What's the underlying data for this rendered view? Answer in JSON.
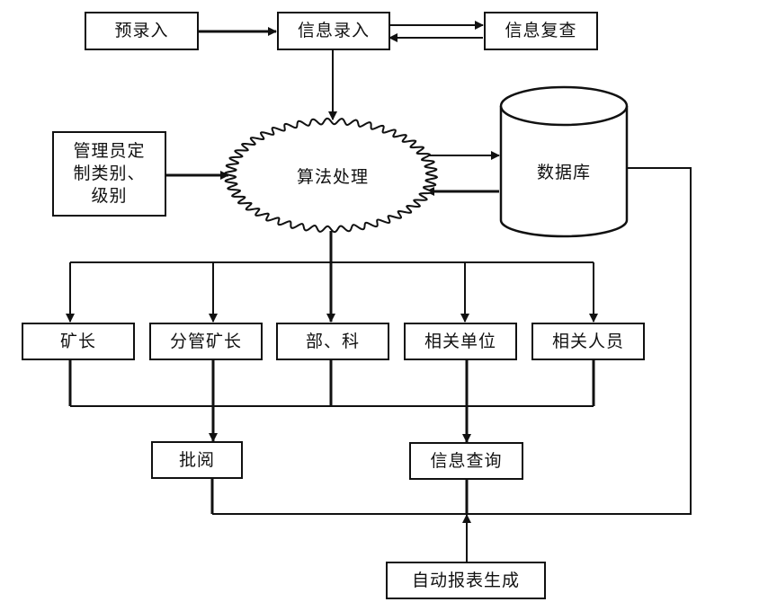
{
  "nodes": {
    "pre_entry": "预录入",
    "info_entry": "信息录入",
    "info_review": "信息复查",
    "admin_config": "管理员定制类别、级别",
    "admin_config_lines": [
      "管理员定",
      "制类别、",
      "级别"
    ],
    "algorithm": "算法处理",
    "database": "数据库",
    "mine_director": "矿长",
    "deputy_director": "分管矿长",
    "dept_section": "部、科",
    "related_units": "相关单位",
    "related_staff": "相关人员",
    "review_approve": "批阅",
    "info_query": "信息查询",
    "auto_report": "自动报表生成"
  },
  "edges": [
    {
      "from": "pre_entry",
      "to": "info_entry"
    },
    {
      "from": "info_entry",
      "to": "info_review"
    },
    {
      "from": "info_review",
      "to": "info_entry"
    },
    {
      "from": "info_entry",
      "to": "algorithm"
    },
    {
      "from": "admin_config",
      "to": "algorithm"
    },
    {
      "from": "algorithm",
      "to": "database"
    },
    {
      "from": "database",
      "to": "algorithm"
    },
    {
      "from": "algorithm",
      "to": "mine_director"
    },
    {
      "from": "algorithm",
      "to": "deputy_director"
    },
    {
      "from": "algorithm",
      "to": "dept_section"
    },
    {
      "from": "algorithm",
      "to": "related_units"
    },
    {
      "from": "algorithm",
      "to": "related_staff"
    },
    {
      "from": [
        "mine_director",
        "deputy_director",
        "dept_section",
        "related_units",
        "related_staff"
      ],
      "to": "review_approve"
    },
    {
      "from": [
        "mine_director",
        "deputy_director",
        "dept_section",
        "related_units",
        "related_staff"
      ],
      "to": "info_query"
    },
    {
      "from": "auto_report",
      "to": [
        "review_approve",
        "info_query",
        "database"
      ]
    }
  ]
}
